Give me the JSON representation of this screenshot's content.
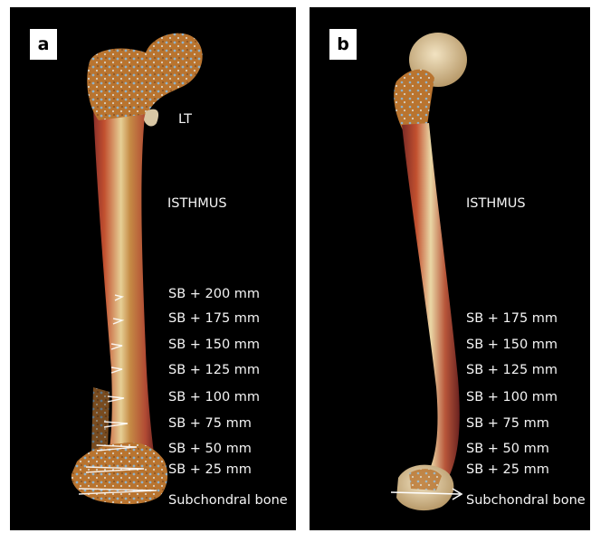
{
  "panel_a": {
    "tag": "a",
    "lt_label": "LT",
    "isthmus_label": "ISTHMUS",
    "levels": [
      "SB + 200 mm",
      "SB + 175 mm",
      "SB + 150 mm",
      "SB + 125 mm",
      "SB + 100 mm",
      "SB + 75 mm",
      "SB + 50 mm",
      "SB + 25 mm",
      "Subchondral bone"
    ]
  },
  "panel_b": {
    "tag": "b",
    "isthmus_label": "ISTHMUS",
    "levels": [
      "SB + 175 mm",
      "SB + 150 mm",
      "SB + 125 mm",
      "SB + 100 mm",
      "SB + 75 mm",
      "SB + 50 mm",
      "SB + 25 mm",
      "Subchondral bone"
    ]
  },
  "colors": {
    "background": "#000000",
    "bone_marrow": "#b8732f",
    "cortex": "#a8443a",
    "cancellous": "#8fb0c8",
    "label": "#f4f4f4"
  }
}
